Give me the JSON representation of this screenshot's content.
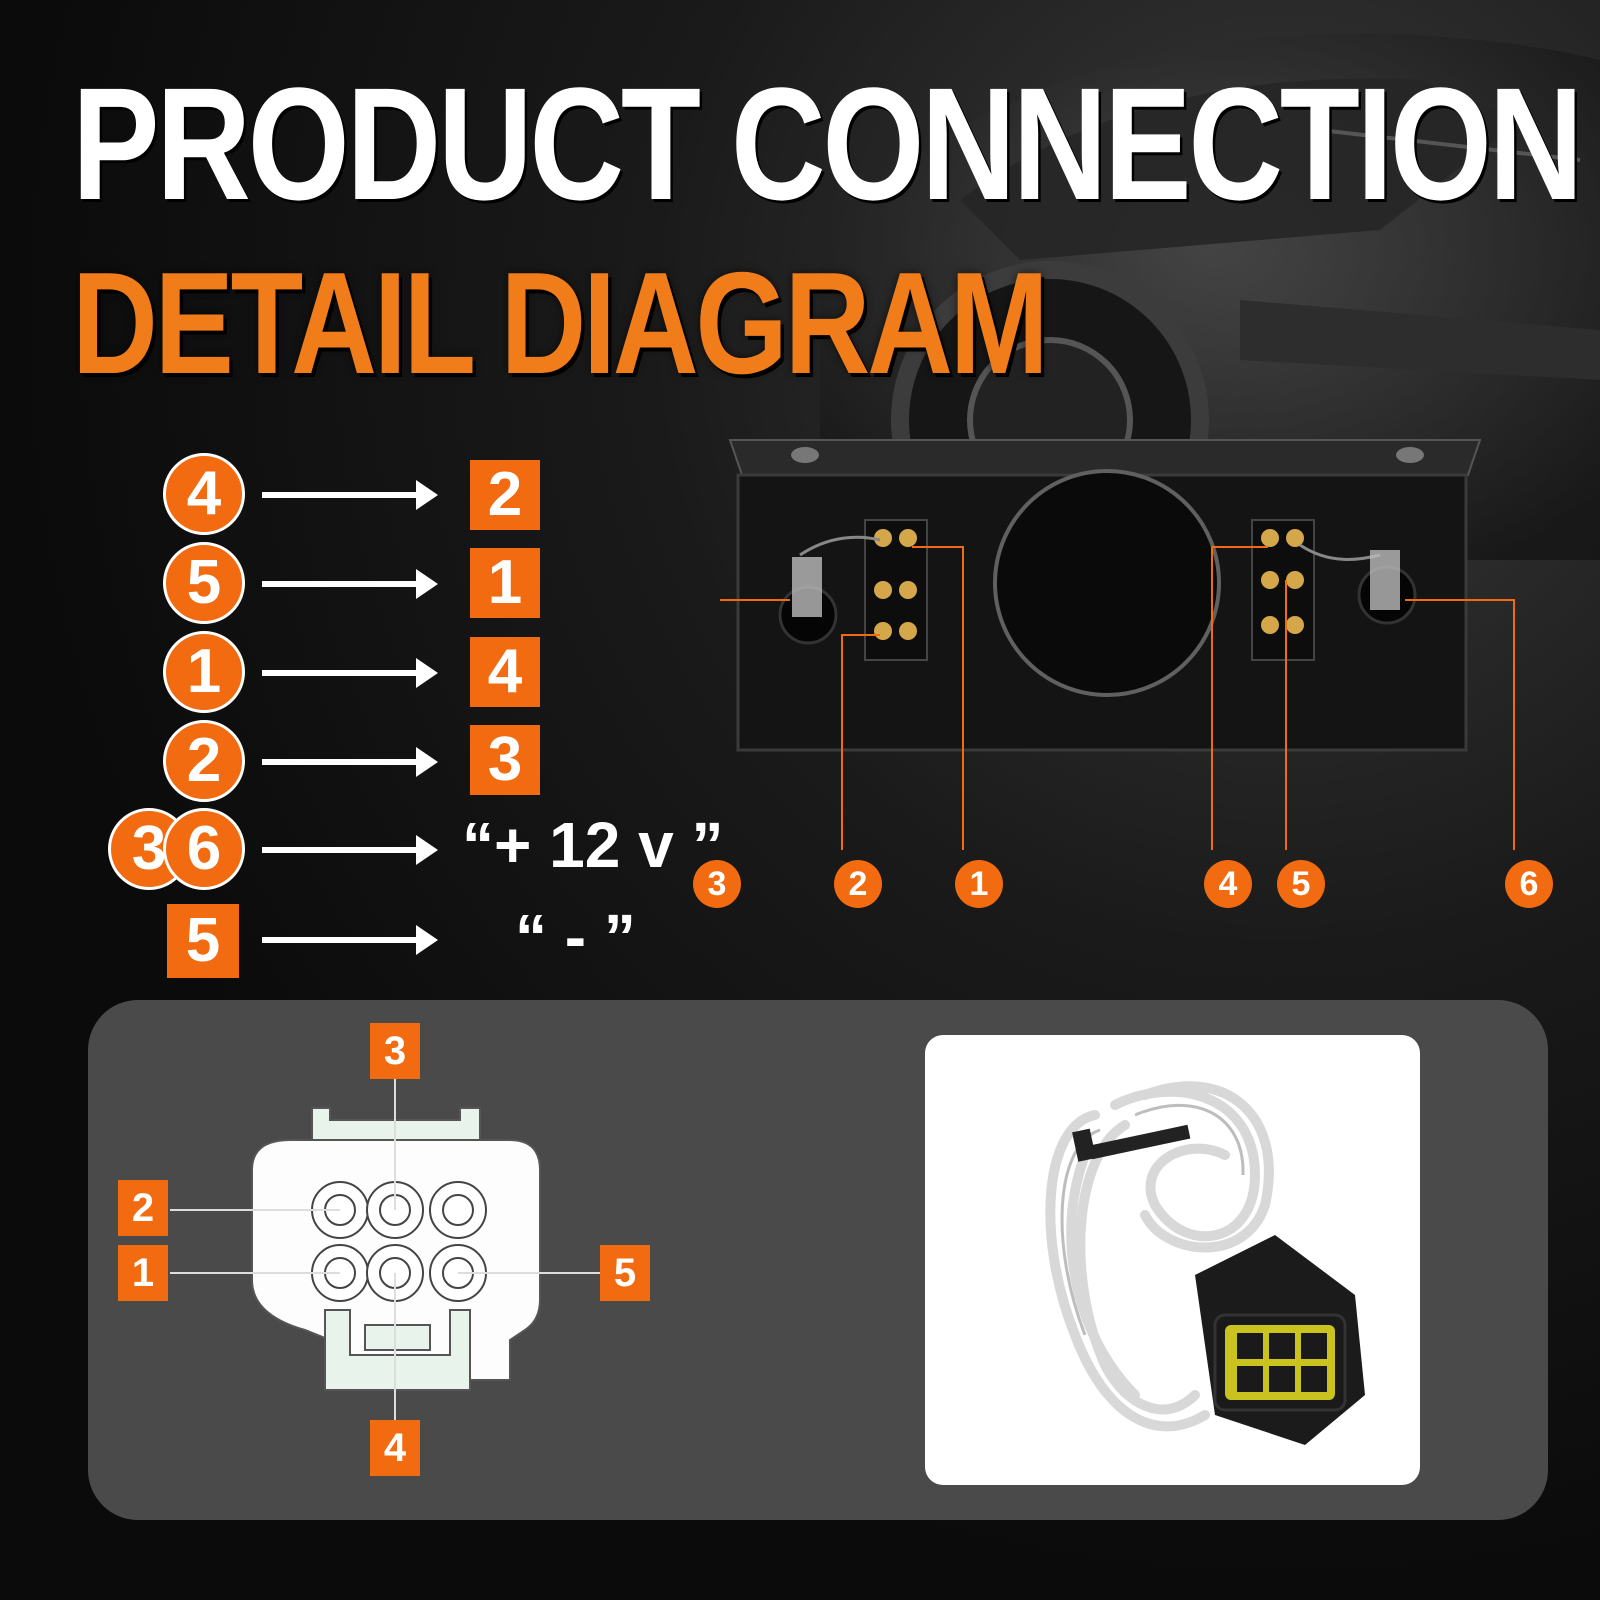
{
  "header": {
    "title_line1": "PRODUCT CONNECTION",
    "title_line2": "DETAIL DIAGRAM"
  },
  "mapping": [
    {
      "from": "4",
      "to": "2"
    },
    {
      "from": "5",
      "to": "1"
    },
    {
      "from": "1",
      "to": "4"
    },
    {
      "from": "2",
      "to": "3"
    },
    {
      "from_a": "3",
      "from_b": "6",
      "to": "“+ 12 v ”"
    },
    {
      "from": "5",
      "to": "“ - ”"
    }
  ],
  "switch_panel": {
    "callouts": [
      "3",
      "2",
      "1",
      "4",
      "5",
      "6"
    ]
  },
  "connector": {
    "pins": {
      "top": "3",
      "left_upper": "2",
      "left_lower": "1",
      "right": "5",
      "bottom": "4"
    }
  },
  "colors": {
    "accent": "#f26b10",
    "title_orange": "#f07d1a",
    "panel_bg": "#4a4a4a"
  }
}
